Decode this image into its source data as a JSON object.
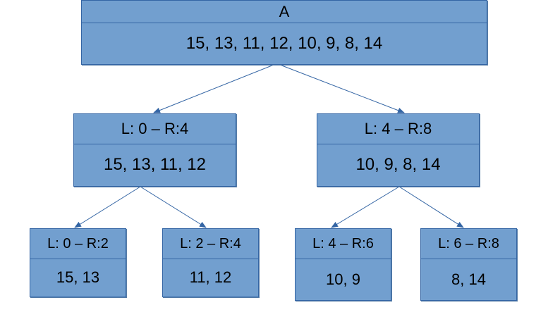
{
  "tree": {
    "root": {
      "title": "A",
      "values": "15, 13, 11, 12, 10, 9, 8, 14"
    },
    "left": {
      "title": "L: 0 – R:4",
      "values": "15, 13, 11, 12"
    },
    "right": {
      "title": "L: 4 – R:8",
      "values": "10, 9, 8, 14"
    },
    "left_left": {
      "title": "L: 0 – R:2",
      "values": "15, 13"
    },
    "left_right": {
      "title": "L: 2 – R:4",
      "values": "11, 12"
    },
    "right_left": {
      "title": "L: 4 – R:6",
      "values": "10, 9"
    },
    "right_right": {
      "title": "L: 6 – R:8",
      "values": "8, 14"
    }
  },
  "colors": {
    "node_fill": "#729fcf",
    "node_border": "#3465a4",
    "connector": "#3465a4"
  }
}
